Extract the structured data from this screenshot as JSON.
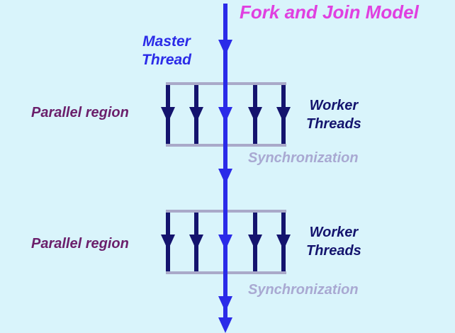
{
  "title": "Fork and Join Model",
  "master_label": [
    "Master",
    "Thread"
  ],
  "regions": [
    {
      "parallel_label": "Parallel region",
      "worker_label": [
        "Worker",
        "Threads"
      ],
      "sync_label": "Synchronization"
    },
    {
      "parallel_label": "Parallel region",
      "worker_label": [
        "Worker",
        "Threads"
      ],
      "sync_label": "Synchronization"
    }
  ],
  "colors": {
    "background": "#d9f4fb",
    "master": "#2b2be8",
    "worker": "#14146e",
    "box": "#a9a9c9",
    "title": "#e040e0"
  }
}
